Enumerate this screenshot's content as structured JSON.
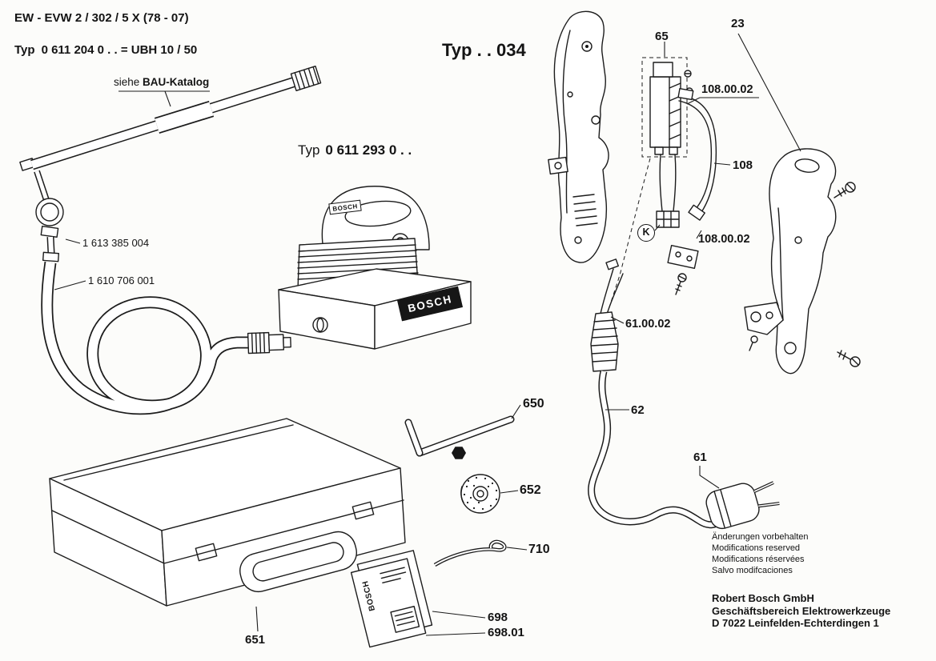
{
  "header": {
    "line1": "EW - EVW 2 / 302 / 5 X (78 - 07)",
    "typ_label": "Typ",
    "typ_value": "0 611 204 0 . . = UBH 10 / 50"
  },
  "labels": {
    "bau_prefix": "siehe",
    "bau_bold": "BAU-Katalog",
    "typ034": "Typ . . 034",
    "typ293_prefix": "Typ",
    "typ293_value": "0 611 293 0 . ."
  },
  "part_numbers": {
    "coupling": "1 613 385 004",
    "hose": "1 610 706 001"
  },
  "callouts": {
    "switch": "65",
    "housing_half": "23",
    "wire_upper": "108.00.02",
    "wire": "108",
    "wire_lower": "108.00.02",
    "strain_relief": "61.00.02",
    "cord": "62",
    "plug": "61",
    "hex_key": "650",
    "roller": "652",
    "spring_hook": "710",
    "leaflet": "698",
    "leaflet_sub": "698.01",
    "case": "651",
    "k_marker": "K"
  },
  "brand": {
    "name": "BOSCH"
  },
  "footer": {
    "notice_1": "Änderungen vorbehalten",
    "notice_2": "Modifications reserved",
    "notice_3": "Modifications réservées",
    "notice_4": "Salvo modifcaciones",
    "company_1": "Robert Bosch GmbH",
    "company_2": "Geschäftsbereich Elektrowerkzeuge",
    "company_3": "D 7022 Leinfelden-Echterdingen 1"
  }
}
